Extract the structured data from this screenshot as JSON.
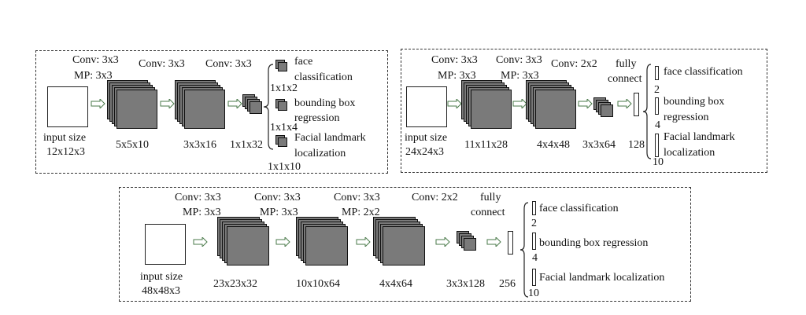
{
  "pnet": {
    "layer1": "Conv: 3x3",
    "layer1b": "MP: 3x3",
    "layer2": "Conv: 3x3",
    "layer3": "Conv: 3x3",
    "input_l1": "input size",
    "input_l2": "12x12x3",
    "dims": [
      "5x5x10",
      "3x3x16",
      "1x1x32"
    ],
    "out_face_l1": "face",
    "out_face_l2": "classification",
    "out_face_dim": "1x1x2",
    "out_bbox_l1": "bounding box",
    "out_bbox_l2": "regression",
    "out_bbox_dim": "1x1x4",
    "out_land_l1": "Facial landmark",
    "out_land_l2": "localization",
    "out_land_dim": "1x1x10"
  },
  "rnet": {
    "layer1": "Conv: 3x3",
    "layer1b": "MP: 3x3",
    "layer2": "Conv: 3x3",
    "layer2b": "MP: 3x3",
    "layer3": "Conv: 2x2",
    "fc_l1": "fully",
    "fc_l2": "connect",
    "input_l1": "input size",
    "input_l2": "24x24x3",
    "dims": [
      "11x11x28",
      "4x4x48",
      "3x3x64",
      "128"
    ],
    "out_face": "face classification",
    "out_face_dim": "2",
    "out_bbox_l1": "bounding box",
    "out_bbox_l2": "regression",
    "out_bbox_dim": "4",
    "out_land_l1": "Facial landmark",
    "out_land_l2": "localization",
    "out_land_dim": "10"
  },
  "onet": {
    "layer1": "Conv: 3x3",
    "layer1b": "MP: 3x3",
    "layer2": "Conv: 3x3",
    "layer2b": "MP: 3x3",
    "layer3": "Conv: 3x3",
    "layer3b": "MP: 2x2",
    "layer4": "Conv: 2x2",
    "fc_l1": "fully",
    "fc_l2": "connect",
    "input_l1": "input size",
    "input_l2": "48x48x3",
    "dims": [
      "23x23x32",
      "10x10x64",
      "4x4x64",
      "3x3x128",
      "256"
    ],
    "out_face": "face classification",
    "out_face_dim": "2",
    "out_bbox": "bounding box regression",
    "out_bbox_dim": "4",
    "out_land": "Facial landmark localization",
    "out_land_dim": "10"
  }
}
